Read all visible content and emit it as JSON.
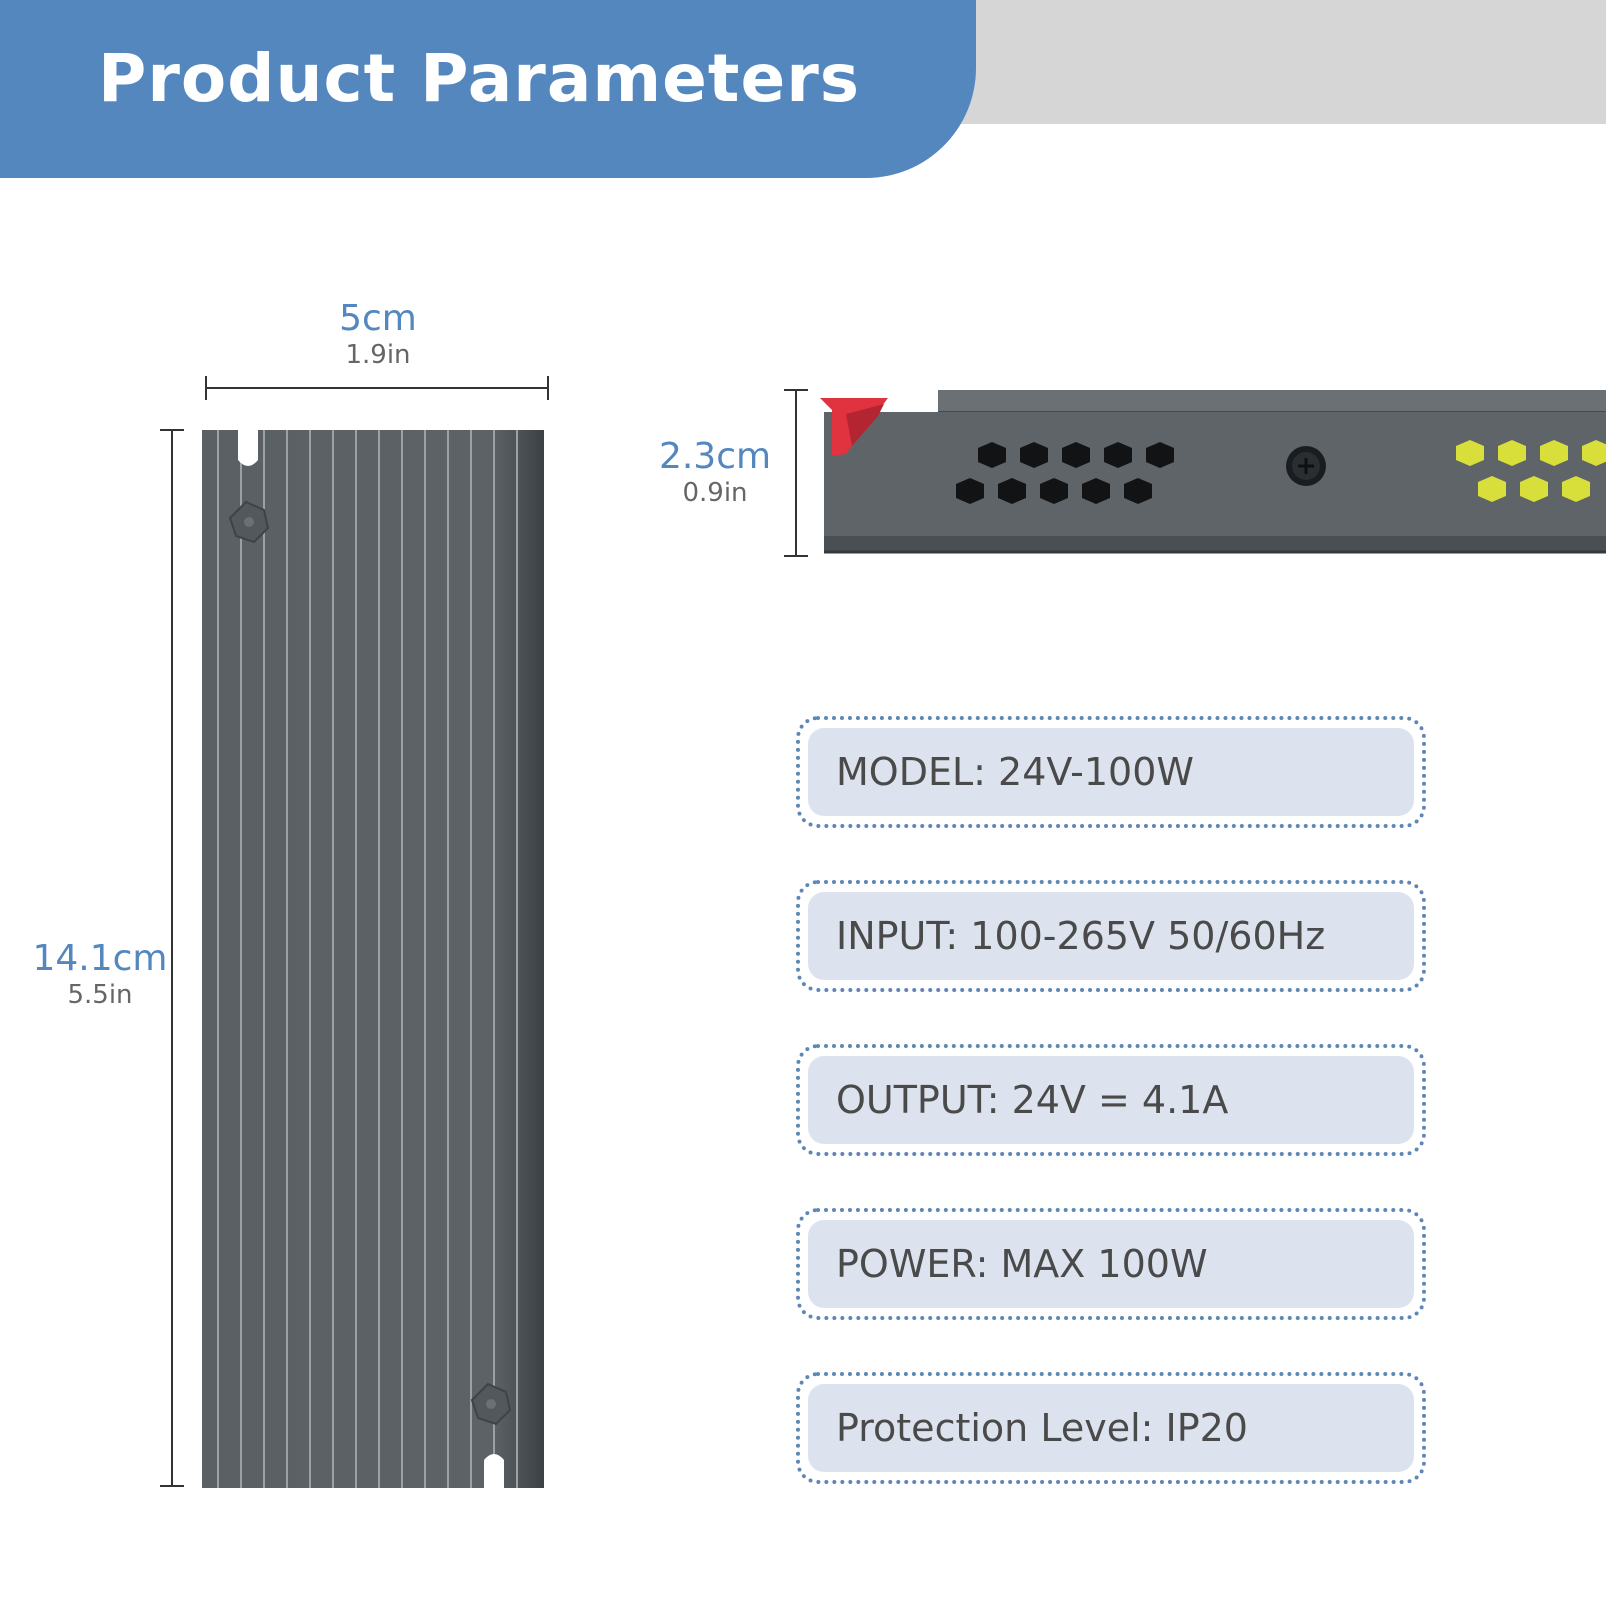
{
  "header": {
    "title": "Product Parameters"
  },
  "dimensions": {
    "width": {
      "metric": "5cm",
      "imperial": "1.9in"
    },
    "length": {
      "metric": "14.1cm",
      "imperial": "5.5in"
    },
    "height": {
      "metric": "2.3cm",
      "imperial": "0.9in"
    }
  },
  "specs": [
    {
      "text": "MODEL: 24V-100W"
    },
    {
      "text": "INPUT: 100-265V 50/60Hz"
    },
    {
      "text": "OUTPUT: 24V = 4.1A"
    },
    {
      "text": "POWER: MAX 100W"
    },
    {
      "text": "Protection Level: IP20"
    }
  ],
  "colors": {
    "brand_blue": "#5587bf",
    "header_gray": "#d6d6d6",
    "spec_fill": "#dde3ee",
    "body_gray": "#5c6266",
    "vent_yellow": "#d8df3a",
    "clip_red": "#e0323f"
  }
}
